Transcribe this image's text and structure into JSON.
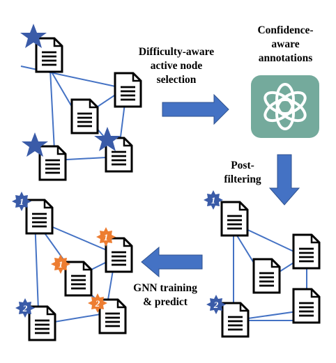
{
  "labels": {
    "selection": [
      "Difficulty-aware",
      "active node",
      "selection"
    ],
    "annotations": [
      "Confidence-",
      "aware",
      "annotations"
    ],
    "filtering": [
      "Post-",
      "filtering"
    ],
    "training": [
      "GNN training",
      "& predict"
    ]
  },
  "badges": {
    "top_right_top": "1",
    "top_right_bottom": "2",
    "final_top_left": "1",
    "final_orange_top": "1",
    "final_orange_mid": "1",
    "final_orange_bottom": "2",
    "final_bottom_left": "2"
  },
  "colors": {
    "edge": "#4472c4",
    "arrow": "#4472c4",
    "star_blue": "#3a5ba8",
    "badge_orange": "#ed7d31",
    "llm_tile": "#74aa9c",
    "doc_stroke": "#000000"
  },
  "icons": {
    "llm_logo": "openai-logo-icon",
    "document": "document-icon",
    "star": "star-icon",
    "badge": "starburst-badge-icon"
  }
}
